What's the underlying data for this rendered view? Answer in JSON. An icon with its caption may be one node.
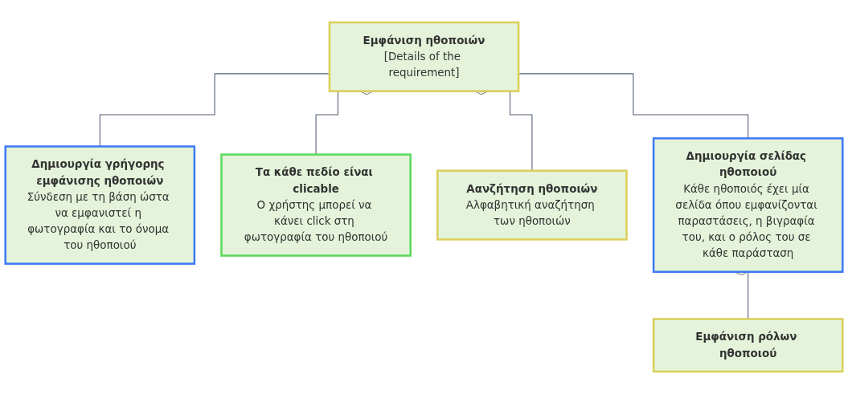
{
  "diagram": {
    "nodes": [
      {
        "text": [
          "Εμφάνιση ηθοποιών",
          "[Details of the requirement]"
        ]
      },
      {
        "text": [
          "Δημιουργία γρήγορης εμφάνισης ηθοποιών",
          "Σύνδεση με τη βάση ώστα να εμφανιστεί η φωτογραφία και το όνομα του ηθοποιού"
        ]
      },
      {
        "text": [
          "Τα κάθε πεδίο είναι clicable",
          "Ο χρήστης μπορεί να κάνει click στη φωτογραφία του ηθοποιού"
        ]
      },
      {
        "text": [
          "Αανζήτηση ηθοποιών",
          "Αλφαβητική αναζήτηση των ηθοποιών"
        ]
      },
      {
        "text": [
          "Δημιουργία σελίδας ηθοποιού",
          "Κάθε ηθοποιός έχει μία σελίδα όπου εμφανίζονται παραστάσεις, η βιγραφία του, και ο ρόλος του σε κάθε παράσταση"
        ]
      },
      {
        "text": [
          "Εμφάνιση ρόλων ηθοποιού"
        ]
      }
    ],
    "edges": [
      {
        "from": 0,
        "to": 1,
        "arrow": "other"
      },
      {
        "from": 0,
        "to": 2,
        "arrow": "other"
      },
      {
        "from": 0,
        "to": 3,
        "arrow": "other"
      },
      {
        "from": 0,
        "to": 4,
        "arrow": "other"
      },
      {
        "from": 4,
        "to": 5,
        "arrow": "other"
      }
    ]
  }
}
